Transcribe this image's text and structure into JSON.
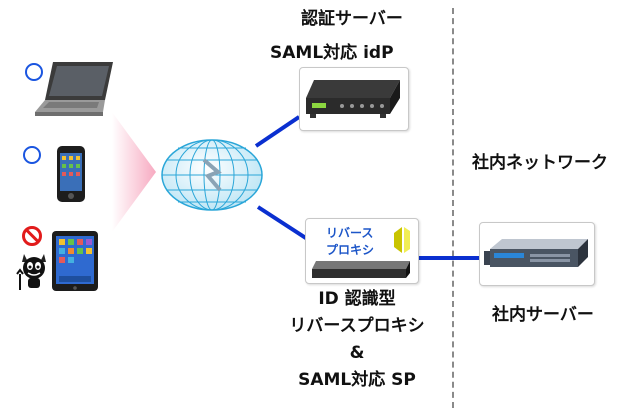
{
  "auth_server": {
    "title": "認証サーバー",
    "subtitle": "SAML対応 idP"
  },
  "proxy": {
    "label_lines": [
      "ID 認識型",
      "リバースプロキシ",
      "&",
      "SAML対応 SP"
    ],
    "device_text": [
      "リバース",
      "プロキシ"
    ]
  },
  "internal_network": {
    "label": "社内ネットワーク"
  },
  "internal_server": {
    "label": "社内サーバー"
  },
  "clients": [
    {
      "device": "laptop-icon",
      "status": "allowed"
    },
    {
      "device": "smartphone-icon",
      "status": "allowed"
    },
    {
      "device": "tablet-icon",
      "status": "blocked"
    }
  ],
  "colors": {
    "connection_line": "#0a2fd0",
    "allowed_mark": "#1a55e0",
    "blocked_mark": "#e21b1b",
    "arrow": "#fbd3df",
    "divider": "#8a8a8a"
  }
}
